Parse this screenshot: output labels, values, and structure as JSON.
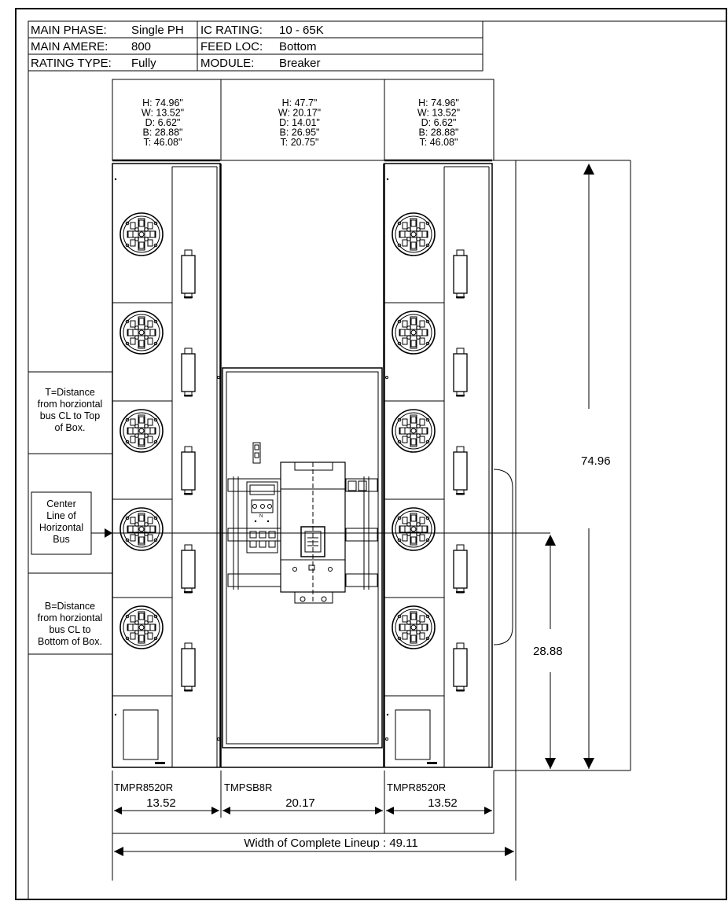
{
  "specs": [
    {
      "label": "MAIN PHASE:",
      "value": "Single PH"
    },
    {
      "label": "IC RATING:",
      "value": "10 - 65K"
    },
    {
      "label": "MAIN AMERE:",
      "value": "800"
    },
    {
      "label": "FEED LOC:",
      "value": "Bottom"
    },
    {
      "label": "RATING TYPE:",
      "value": "Fully"
    },
    {
      "label": "MODULE:",
      "value": "Breaker"
    }
  ],
  "sections": [
    {
      "model": "TMPR8520R",
      "width_value": "13.52",
      "dims": [
        "H: 74.96\"",
        "W: 13.52\"",
        "D: 6.62\"",
        "B: 28.88\"",
        "T: 46.08\""
      ],
      "meters": 5
    },
    {
      "model": "TMPSB8R",
      "width_value": "20.17",
      "dims": [
        "H: 47.7\"",
        "W: 20.17\"",
        "D: 14.01\"",
        "B: 26.95\"",
        "T: 20.75\""
      ],
      "meters": 0
    },
    {
      "model": "TMPR8520R",
      "width_value": "13.52",
      "dims": [
        "H: 74.96\"",
        "W: 13.52\"",
        "D: 6.62\"",
        "B: 28.88\"",
        "T: 46.08\""
      ],
      "meters": 5
    }
  ],
  "notes": {
    "t_note": [
      "T=Distance",
      "from horziontal",
      "bus CL to Top",
      "of Box."
    ],
    "center_note": [
      "Center",
      "Line of",
      "Horizontal",
      "Bus"
    ],
    "b_note": [
      "B=Distance",
      "from horziontal",
      "bus CL to",
      "Bottom of Box."
    ]
  },
  "dimensions": {
    "overall_height": "74.96",
    "bus_height": "28.88",
    "lineup_width": "Width of Complete Lineup : 49.11"
  },
  "breaker": {
    "neutral_label": "N"
  }
}
